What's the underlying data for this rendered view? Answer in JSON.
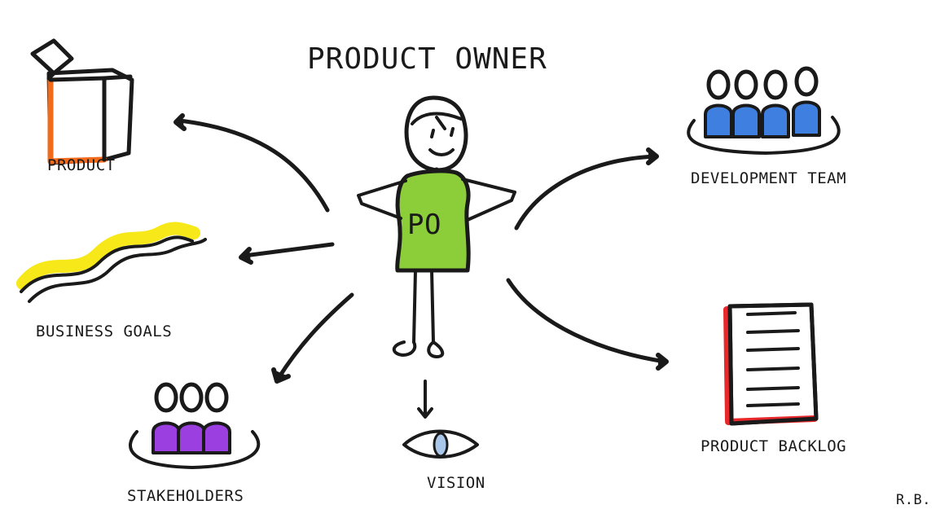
{
  "title": "PRODUCT OWNER",
  "center": {
    "badge": "PO"
  },
  "nodes": {
    "product": "PRODUCT",
    "business_goals": "BUSINESS GOALS",
    "stakeholders": "STAKEHOLDERS",
    "vision": "VISION",
    "development_team": "DEVELOPMENT TEAM",
    "product_backlog": "PRODUCT BACKLOG"
  },
  "signature": "R.B.",
  "colors": {
    "shirt": "#8ccd3a",
    "team": "#3f7fe0",
    "stakeholders": "#9b3fe0",
    "goals": "#f7e81a",
    "product_accent": "#f26a1b",
    "backlog_accent": "#e8282b",
    "eye": "#a9c7ea"
  }
}
